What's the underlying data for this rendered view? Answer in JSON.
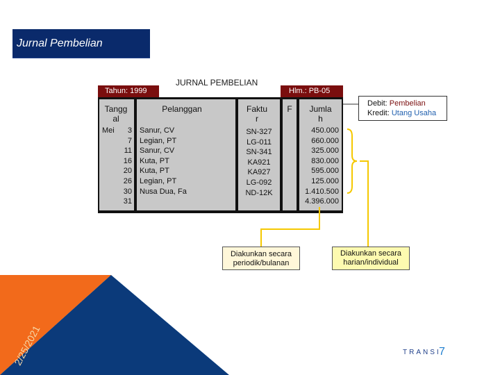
{
  "slide": {
    "title": "Jurnal Pembelian",
    "journal_heading": "JURNAL PEMBELIAN",
    "tahun_tab": "Tahun: 1999",
    "hlm_tab": "Hlm.: PB-05"
  },
  "table": {
    "headers": {
      "tanggal": [
        "Tangg",
        "al"
      ],
      "pelanggan": "Pelanggan",
      "faktur": [
        "Faktu",
        "r"
      ],
      "f": "F",
      "jumlah": [
        "Jumla",
        "h"
      ]
    },
    "month": "Mei",
    "days": [
      "3",
      "7",
      "11",
      "16",
      "20",
      "26",
      "30",
      "31"
    ],
    "pelanggan": [
      "Sanur, CV",
      "Legian, PT",
      "Sanur, CV",
      "Kuta, PT",
      "Kuta, PT",
      "Legian, PT",
      "Nusa Dua, Fa"
    ],
    "faktur": [
      "SN-327",
      "LG-011",
      "SN-341",
      "KA921",
      "KA927",
      "LG-092",
      "ND-12K"
    ],
    "jumlah": [
      "450.000",
      "660.000",
      "325.000",
      "830.000",
      "595.000",
      "125.000",
      "1.410.500",
      "4.396.000"
    ]
  },
  "debit_box": {
    "debit_label": "Debit: ",
    "debit_value": "Pembelian",
    "kredit_label": "Kredit: ",
    "kredit_value": "Utang Usaha"
  },
  "notes": {
    "periodik": [
      "Diakunkan secara",
      "periodik/bulanan"
    ],
    "harian": [
      "Diakunkan secara",
      "harian/individual"
    ]
  },
  "footer": {
    "date": "2/25/2021",
    "brand": "TRANSI",
    "page_number": "7"
  },
  "colors": {
    "title_bg": "#0a2a6b",
    "tab_bg": "#7a0e0e",
    "corner_orange": "#f26a1b",
    "corner_blue": "#1f6fbf",
    "corner_dark": "#0b3a7a",
    "connector": "#f5c800"
  }
}
